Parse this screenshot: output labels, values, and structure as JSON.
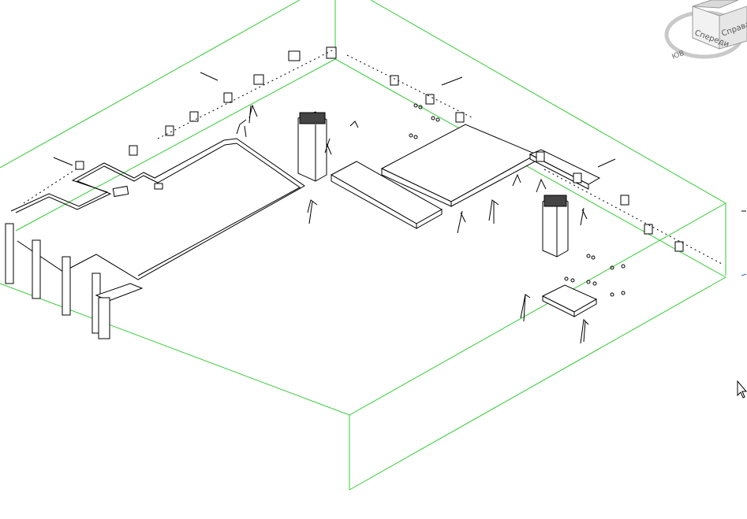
{
  "viewport": {
    "background": "#ffffff",
    "section_box_color": "#33cc33",
    "model_line_color": "#000000"
  },
  "viewcube": {
    "faces": {
      "front": "Спереди",
      "right": "Справа"
    },
    "compass_labels": [
      "ЮВ"
    ]
  },
  "cursor": {
    "icon": "arrow-cursor-icon"
  }
}
